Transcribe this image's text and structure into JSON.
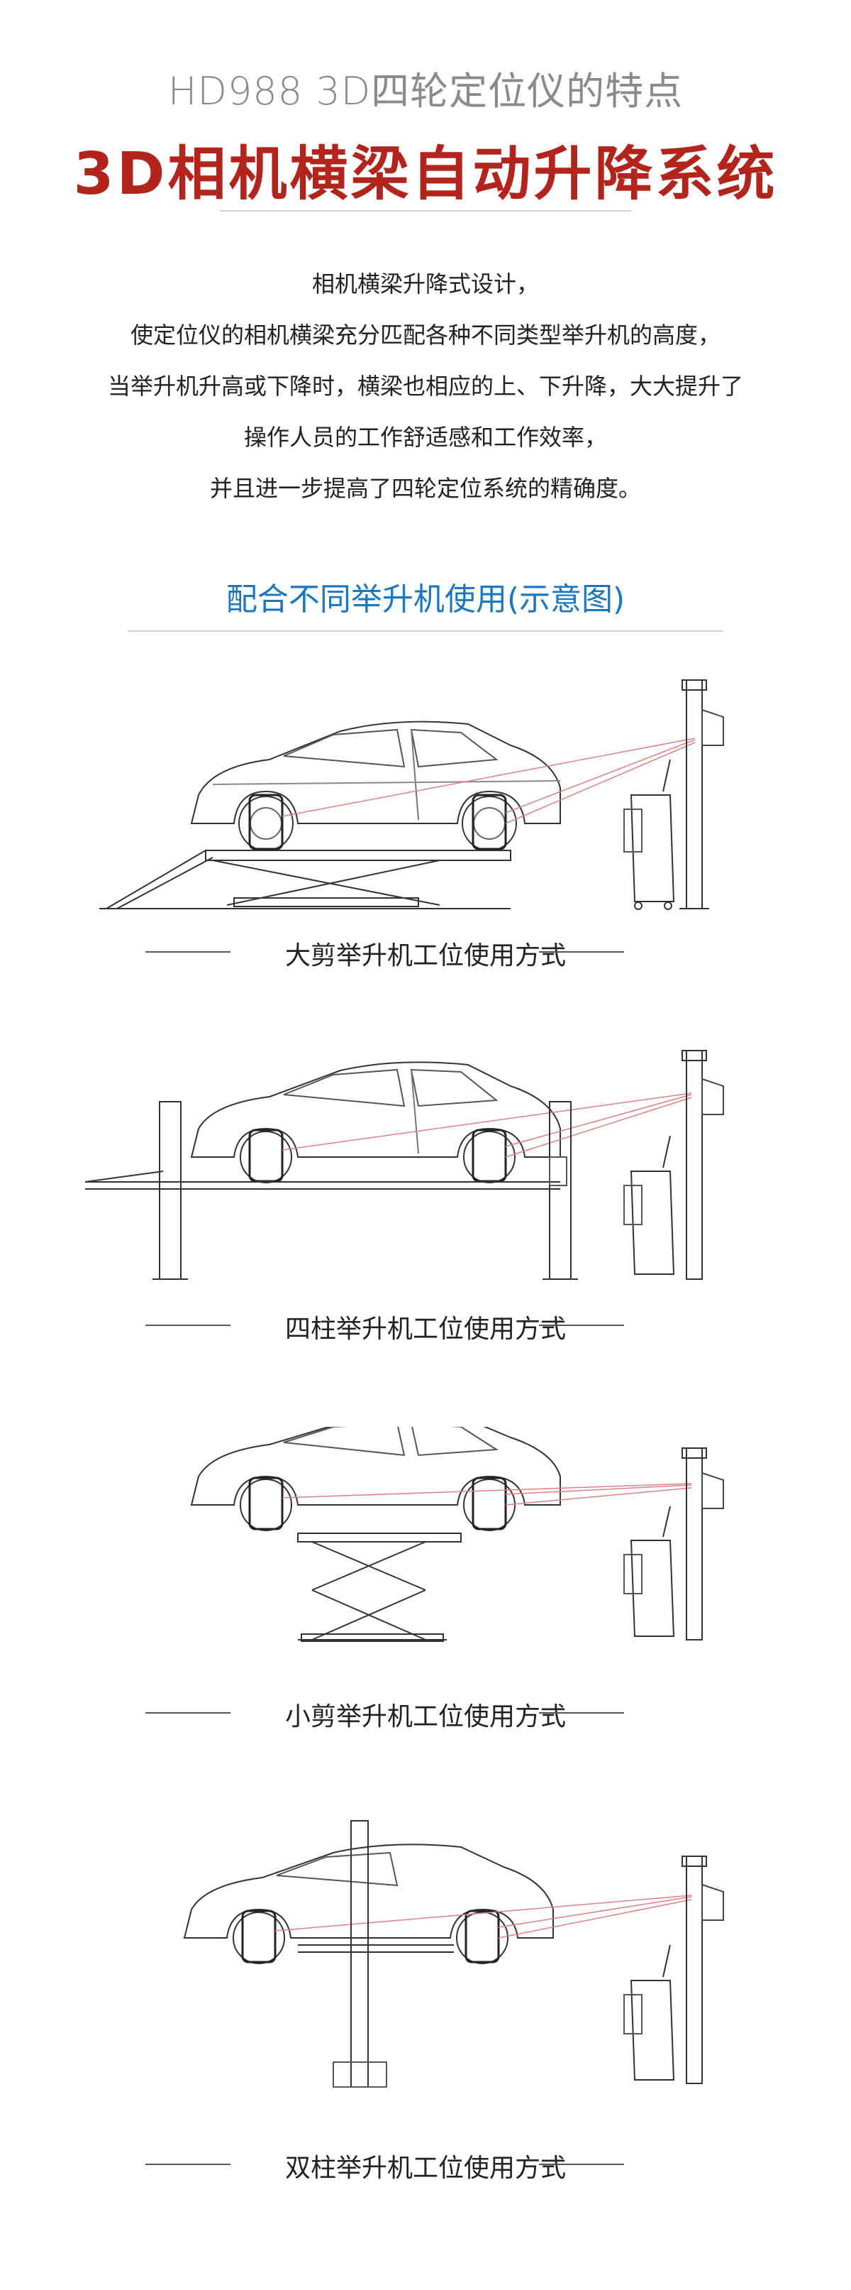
{
  "header": {
    "subtitle": "HD988 3D四轮定位仪的特点",
    "title": "3D相机横梁自动升降系统"
  },
  "description": {
    "lines": [
      "相机横梁升降式设计，",
      "使定位仪的相机横梁充分匹配各种不同类型举升机的高度，",
      "当举升机升高或下降时，横梁也相应的上、下升降，大大提升了",
      "操作人员的工作舒适感和工作效率，",
      "并且进一步提高了四轮定位系统的精确度。"
    ]
  },
  "section": {
    "title": "配合不同举升机使用(示意图)"
  },
  "diagrams": [
    {
      "caption": "大剪举升机工位使用方式"
    },
    {
      "caption": "四柱举升机工位使用方式"
    },
    {
      "caption": "小剪举升机工位使用方式"
    },
    {
      "caption": "双柱举升机工位使用方式"
    }
  ]
}
